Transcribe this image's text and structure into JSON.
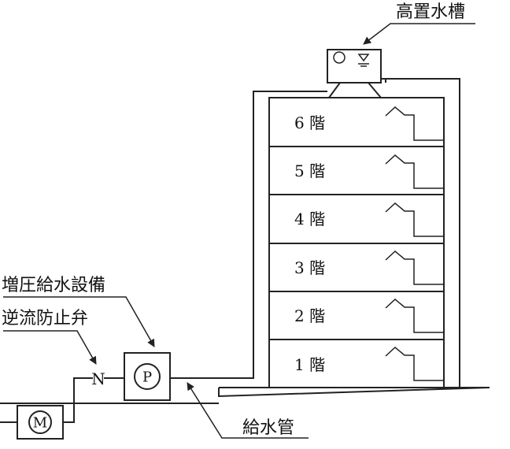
{
  "labels": {
    "tank": "高置水槽",
    "booster": "増圧給水設備",
    "check_valve": "逆流防止弁",
    "pipe": "給水管"
  },
  "symbols": {
    "meter": "M",
    "pump": "P",
    "valve": "N"
  },
  "floors": [
    "6 階",
    "5 階",
    "4 階",
    "3 階",
    "2 階",
    "1 階"
  ]
}
